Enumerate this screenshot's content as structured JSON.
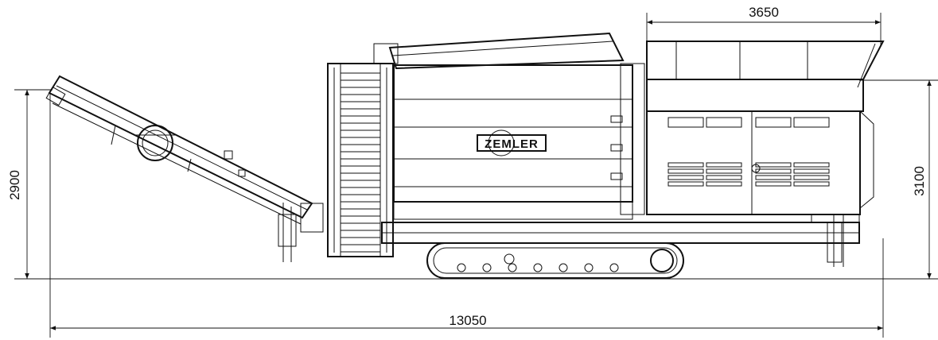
{
  "dimensions": {
    "top_width": "3650",
    "overall_length": "13050",
    "left_height": "2900",
    "right_height": "3100"
  },
  "badge": {
    "logo_text": "ZEMLER"
  },
  "colors": {
    "line": "#111111",
    "background": "#ffffff"
  }
}
